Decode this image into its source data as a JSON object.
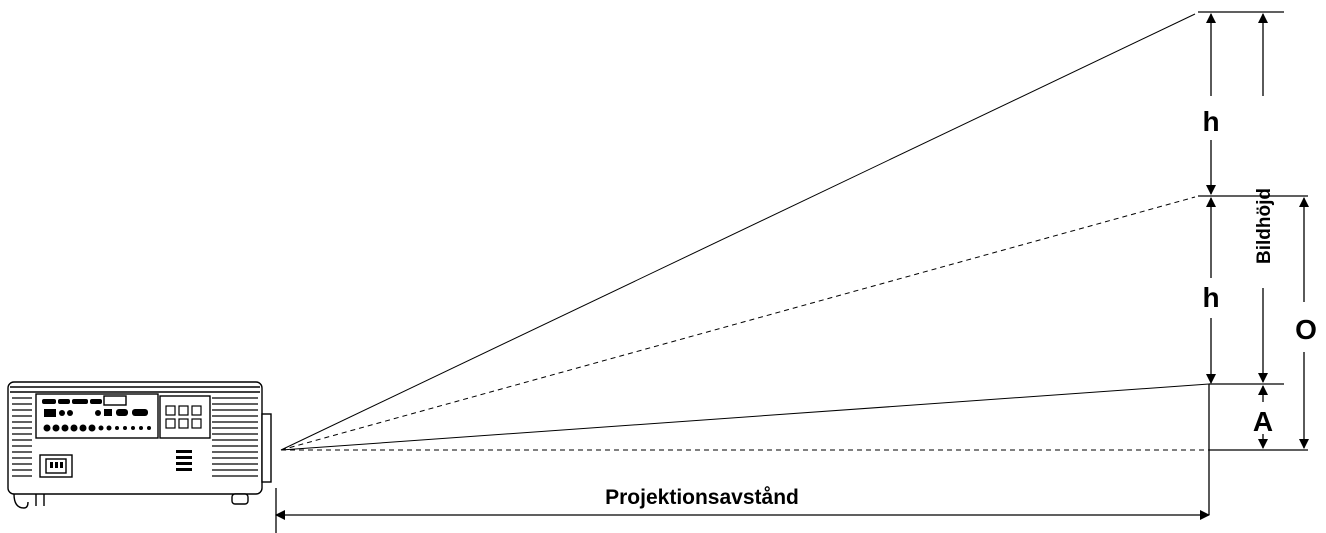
{
  "labels": {
    "h_upper": "h",
    "h_lower": "h",
    "image_height": "Bildhöjd",
    "offset": "O",
    "a": "A",
    "projection_distance": "Projektionsavstånd"
  },
  "colors": {
    "line": "#000000",
    "background": "#ffffff"
  },
  "icons": [
    "projector-icon",
    "arrowhead-icon"
  ]
}
